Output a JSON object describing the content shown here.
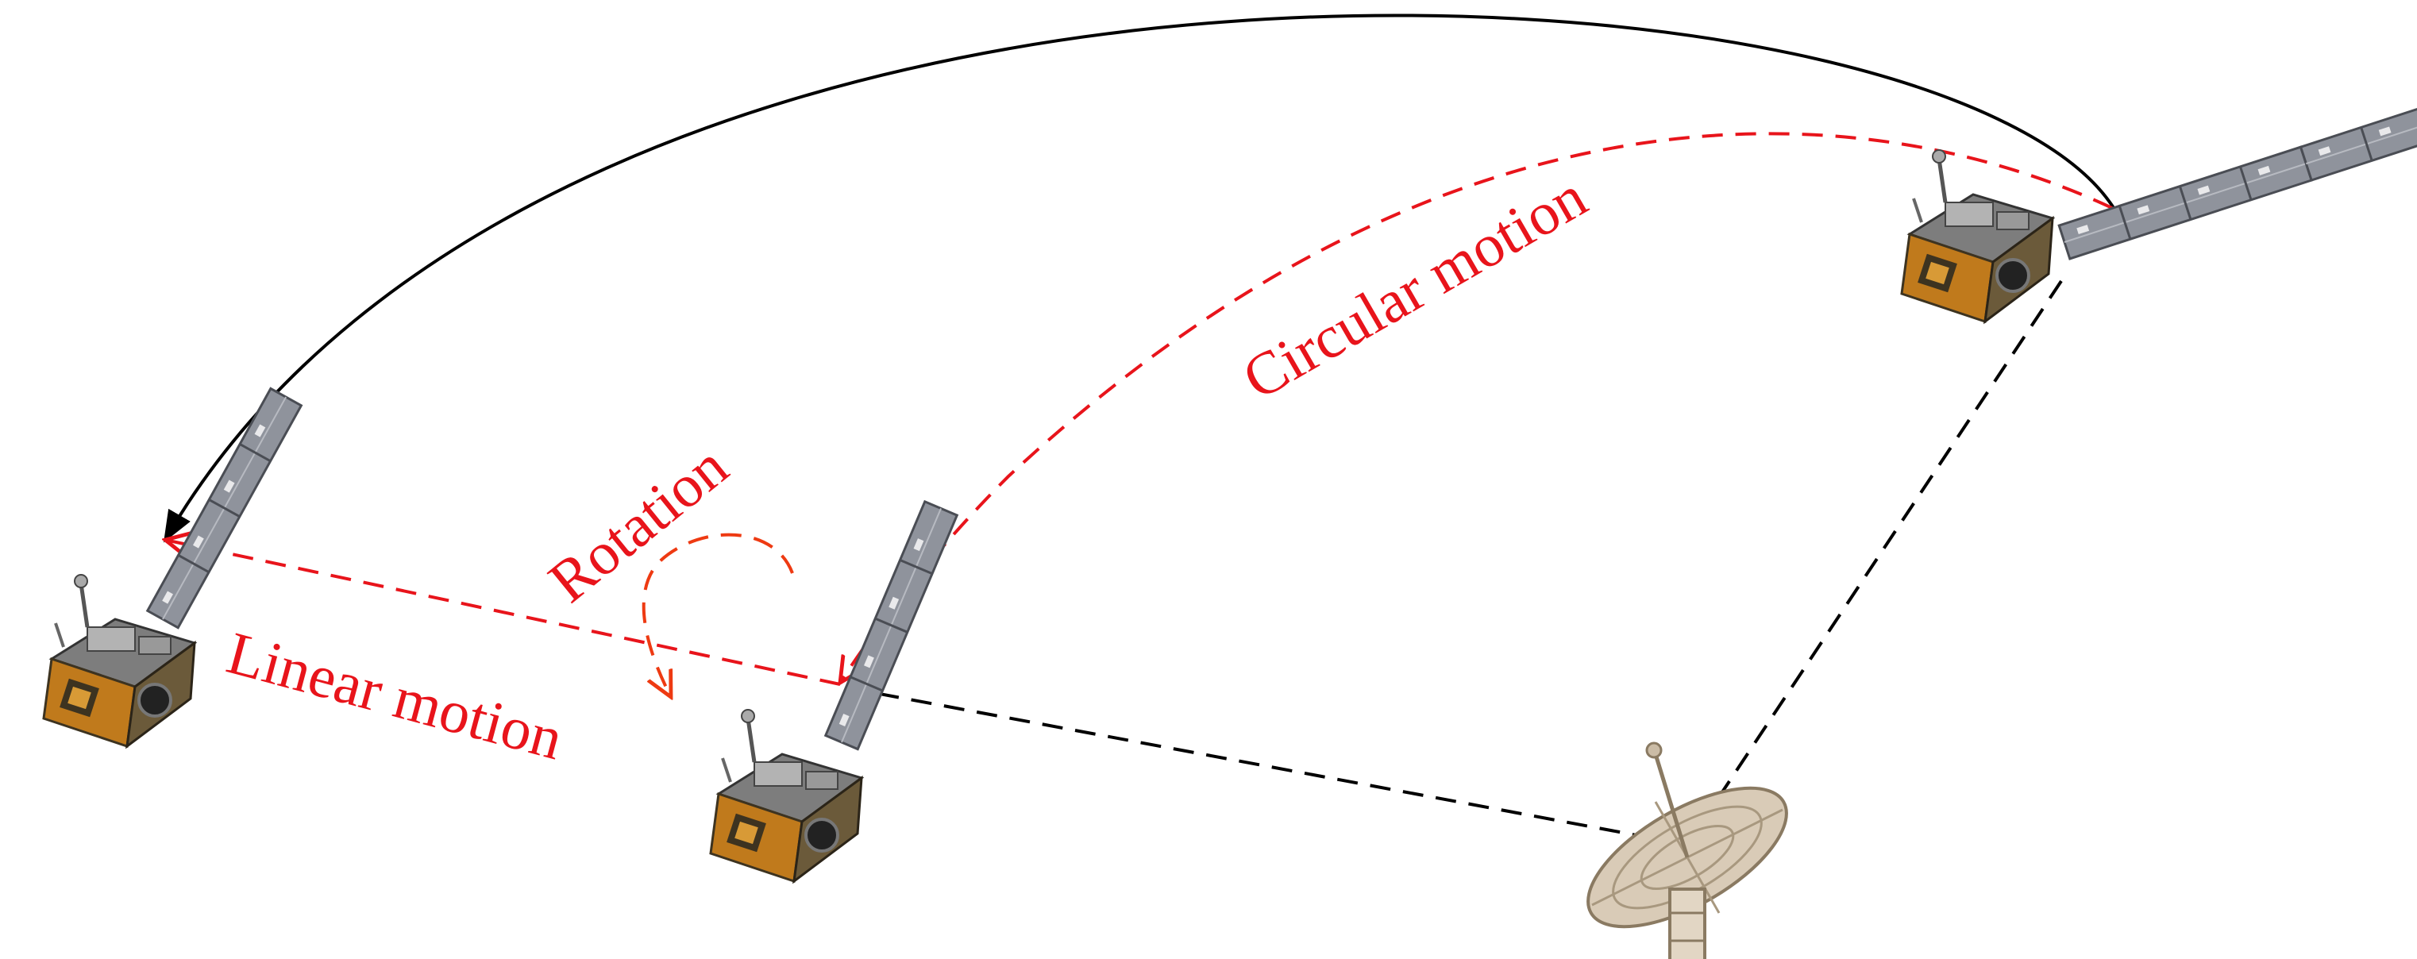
{
  "labels": {
    "circular": "Circular motion",
    "rotation": "Rotation",
    "linear": "Linear motion"
  },
  "colors": {
    "annotation": "#e8141b",
    "rotation_arrow": "#ee3a12",
    "path": "#000000",
    "panel": "#8f939c",
    "panel_dark": "#5c6068",
    "bus_gold": "#c07a1c",
    "bus_dark": "#3d3320",
    "bus_grey": "#9a9a9a",
    "dish": "#d9cbb7"
  },
  "icons": {
    "satellite": "satellite-icon",
    "ground_station": "radar-dish-icon"
  }
}
